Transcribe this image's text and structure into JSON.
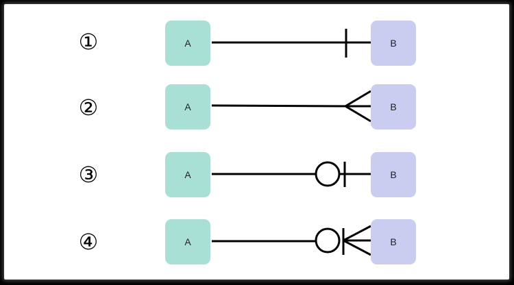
{
  "colors": {
    "entity_a": "#a8e0d6",
    "entity_b": "#cbcdf0",
    "line": "#000000"
  },
  "rows": [
    {
      "number": "①",
      "left_label": "A",
      "right_label": "B",
      "notation": "exactly-one"
    },
    {
      "number": "②",
      "left_label": "A",
      "right_label": "B",
      "notation": "many"
    },
    {
      "number": "③",
      "left_label": "A",
      "right_label": "B",
      "notation": "zero-or-one"
    },
    {
      "number": "④",
      "left_label": "A",
      "right_label": "B",
      "notation": "zero-or-many"
    }
  ]
}
